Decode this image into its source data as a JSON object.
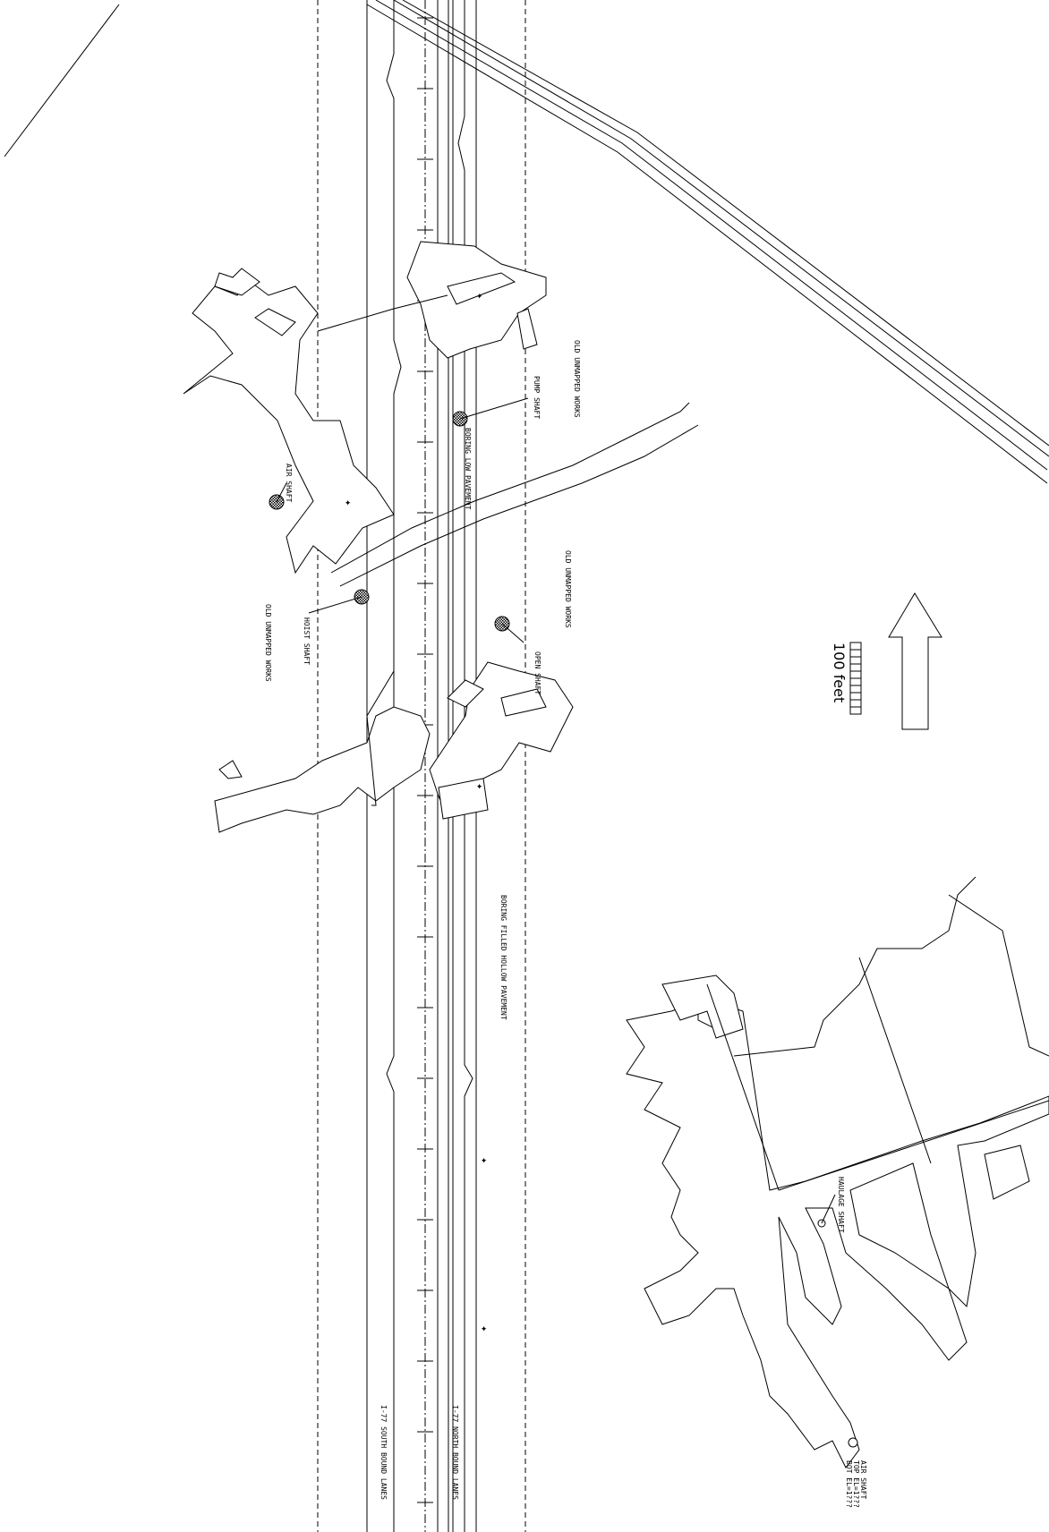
{
  "title": "Mine workings beneath I-77",
  "scale": {
    "label": "100 feet",
    "divisions": 10
  },
  "north_arrow": {
    "direction": "up"
  },
  "roads": {
    "southbound": "I-77 SOUTH BOUND LANES",
    "northbound": "I-77 NORTH BOUND LANES"
  },
  "labels": {
    "unmapped_1": "OLD UNMAPPED WORKS",
    "unmapped_2": "OLD UNMAPPED WORKS",
    "unmapped_3": "OLD UNMAPPED WORKS",
    "air_shaft": "AIR SHAFT",
    "hoist_shaft": "HOIST SHAFT",
    "pump_shaft": "PUMP SHAFT",
    "open_shaft": "OPEN SHAFT",
    "boring_1": "BORING LOW PAVEMENT",
    "boring_2": "BORING FILLED HOLLOW PAVEMENT",
    "haulage_shaft": "HAULAGE SHAFT",
    "air_shaft_2": "AIR SHAFT",
    "air_shaft_2_top": "TOP EL=1???",
    "air_shaft_2_bot": "BOT EL=1???"
  }
}
